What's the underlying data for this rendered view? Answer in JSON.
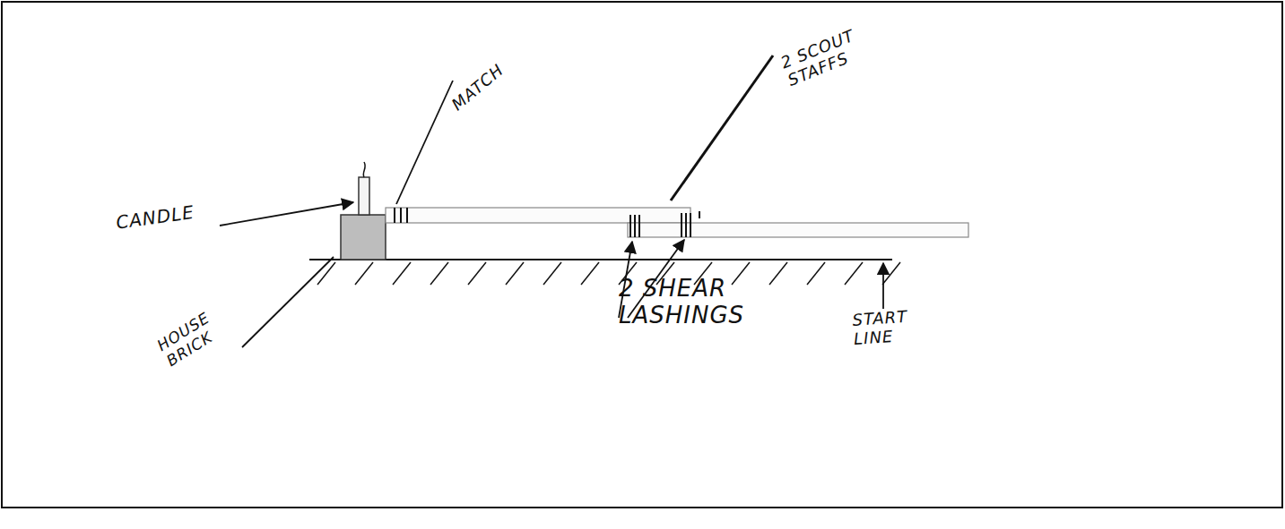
{
  "diagram": {
    "labels": [
      "CANDLE",
      "MATCH",
      "2 SCOUT STAFFS",
      "HOUSE BRICK",
      "2 SHEAR LASHINGS",
      "START LINE"
    ]
  }
}
